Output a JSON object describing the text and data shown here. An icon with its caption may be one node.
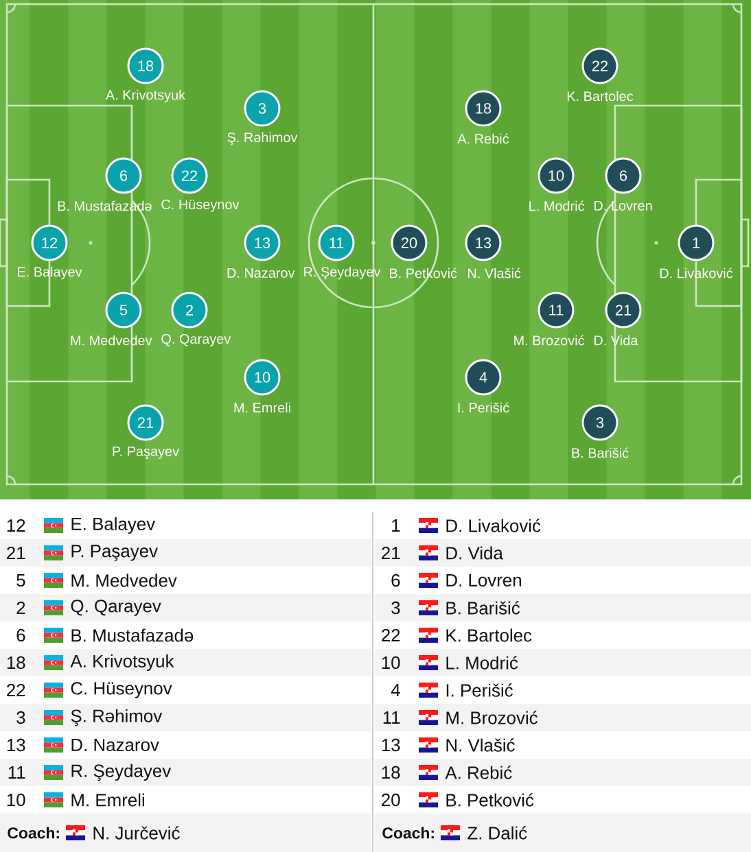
{
  "diagram": {
    "nodes": [
      {
        "text": [
          "18"
        ],
        "beside": [
          "A. Krivotsyuk"
        ]
      },
      {
        "text": [
          "22"
        ],
        "beside": [
          "K. Bartolec"
        ]
      },
      {
        "text": [
          "3"
        ],
        "beside": [
          "Ş. Rəhimov"
        ]
      },
      {
        "text": [
          "18"
        ],
        "beside": [
          "A. Rebić"
        ]
      },
      {
        "text": [
          "6"
        ],
        "beside": [
          "B. Mustafazadə"
        ]
      },
      {
        "text": [
          "22"
        ],
        "beside": [
          "C. Hüseynov"
        ]
      },
      {
        "text": [
          "10"
        ],
        "beside": [
          "L. Modrić"
        ]
      },
      {
        "text": [
          "6"
        ],
        "beside": [
          "D. Lovren"
        ]
      },
      {
        "text": [
          "12"
        ],
        "beside": [
          "E. Balayev"
        ]
      },
      {
        "text": [
          "13"
        ],
        "beside": [
          "D. Nazarov"
        ]
      },
      {
        "text": [
          "11"
        ],
        "beside": [
          "R. Şeydayev"
        ]
      },
      {
        "text": [
          "20"
        ],
        "beside": [
          "B. Petković"
        ]
      },
      {
        "text": [
          "13"
        ],
        "beside": [
          "N. Vlašić"
        ]
      },
      {
        "text": [
          "1"
        ],
        "beside": [
          "D. Livaković"
        ]
      },
      {
        "text": [
          "5"
        ],
        "beside": [
          "M. Medvedev"
        ]
      },
      {
        "text": [
          "2"
        ],
        "beside": [
          "Q. Qarayev"
        ]
      },
      {
        "text": [
          "11"
        ],
        "beside": [
          "M. Brozović"
        ]
      },
      {
        "text": [
          "21"
        ],
        "beside": [
          "D. Vida"
        ]
      },
      {
        "text": [
          "10"
        ],
        "beside": [
          "M. Emreli"
        ]
      },
      {
        "text": [
          "4"
        ],
        "beside": [
          "I. Perišić"
        ]
      },
      {
        "text": [
          "21"
        ],
        "beside": [
          "P. Paşayev"
        ]
      },
      {
        "text": [
          "3"
        ],
        "beside": [
          "B. Barišić"
        ]
      }
    ],
    "labels": [
      "12",
      "E. Balayev",
      "21",
      "P. Paşayev",
      "5",
      "M. Medvedev",
      "2",
      "Q. Qarayev",
      "6",
      "B. Mustafazadə",
      "18",
      "A. Krivotsyuk",
      "22",
      "C. Hüseynov",
      "3",
      "Ş. Rəhimov",
      "13",
      "D. Nazarov",
      "11",
      "R. Şeydayev",
      "10",
      "M. Emreli",
      "Coach:",
      "N. Jurčević",
      "1",
      "D. Livaković",
      "21",
      "D. Vida",
      "6",
      "D. Lovren",
      "3",
      "B. Barišić",
      "22",
      "K. Bartolec",
      "10",
      "L. Modrić",
      "4",
      "I. Perišić",
      "11",
      "M. Brozović",
      "13",
      "N. Vlašić",
      "18",
      "A. Rebić",
      "20",
      "B. Petković",
      "Coach:",
      "Z. Dalić"
    ]
  }
}
